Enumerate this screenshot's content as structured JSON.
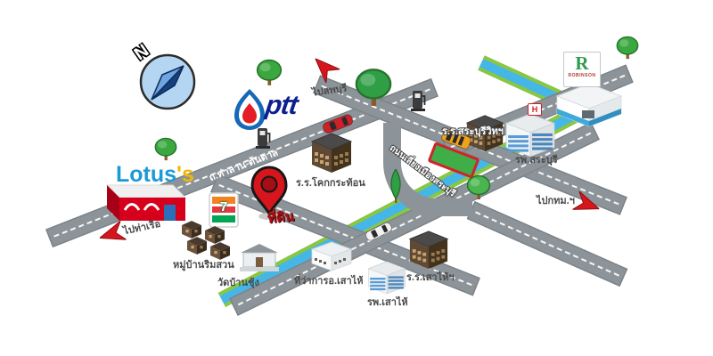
{
  "map": {
    "compass_label": "N",
    "brands": {
      "ptt": "ptt",
      "lotus_main": "Lotus",
      "lotus_suffix": "'s",
      "seven_eleven": "7",
      "robinson_letter": "R",
      "robinson_name": "ROBINSON",
      "hospital_sign": "H"
    },
    "roads": {
      "thalan_tontan": "ถ.ท่าลาน-ต้นตาล",
      "bypass": "ถนนเลี่ยงเมืองสระบุรี"
    },
    "directions": {
      "to_lopburi": "ไปลพบุรี",
      "to_pier": "ไปท่าเรือ",
      "to_bangkok": "ไปกทม.ฯ"
    },
    "places": {
      "land_plot": "ที่ดิน",
      "khok_krathon_school": "ร.ร.โคกกระท้อน",
      "rim_suan_village": "หมู่บ้านริมสวน",
      "ban_chung_temple": "วัดบ้านชุ้ง",
      "sao_hai_district_office": "ที่ว่าการอ.เสาไห้",
      "sao_hai_school": "ร.ร.เสาไห้ฯ",
      "sao_hai_hospital": "รพ.เสาไห้",
      "saraburi_wit_school": "ร.ร.สระบุรีวิทฯ",
      "saraburi_hospital": "รพ.สระบุรี"
    },
    "colors": {
      "road": "#8d9499",
      "canal_water": "#45b6e8",
      "canal_bank": "#8cc63e",
      "pin_red": "#d6161c",
      "ptt_blue": "#1668b8",
      "lotus_blue": "#1b9ad6",
      "lotus_yellow": "#f2b705"
    }
  }
}
